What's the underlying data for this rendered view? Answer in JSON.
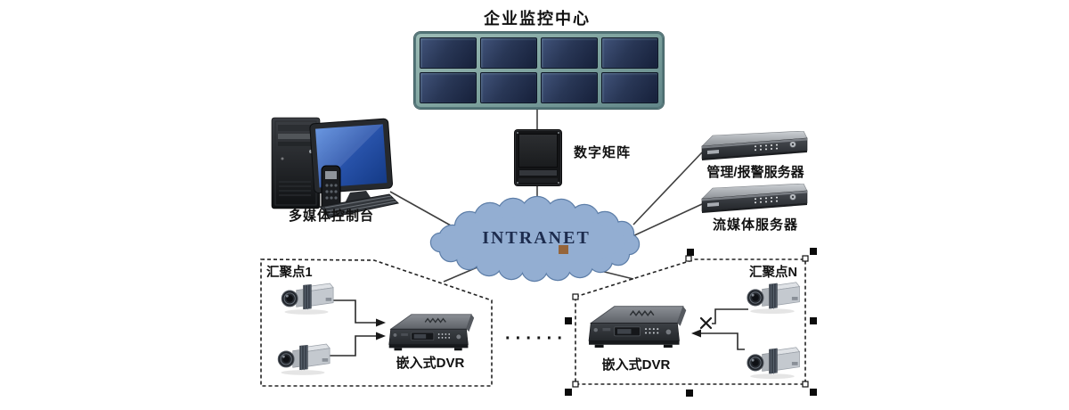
{
  "title": "企业监控中心",
  "video_wall": {
    "rows": 2,
    "cols": 4
  },
  "matrix": {
    "label": "数字矩阵"
  },
  "console": {
    "label": "多媒体控制台"
  },
  "servers": {
    "management": "管理/报警服务器",
    "streaming": "流媒体服务器"
  },
  "cloud": {
    "label": "INTRANET"
  },
  "site1": {
    "label": "汇聚点1",
    "dvr": "嵌入式DVR"
  },
  "siteN": {
    "label": "汇聚点N",
    "dvr": "嵌入式DVR"
  },
  "separator": "······",
  "colors": {
    "cloud_fill": "#93aed2",
    "cloud_stroke": "#5d7ea8",
    "wall_frame": "#7ba09c",
    "screen_blue": "#22304e",
    "connector": "#3f3f3f",
    "marker_brown": "#96653a",
    "label_text": "#111111"
  }
}
